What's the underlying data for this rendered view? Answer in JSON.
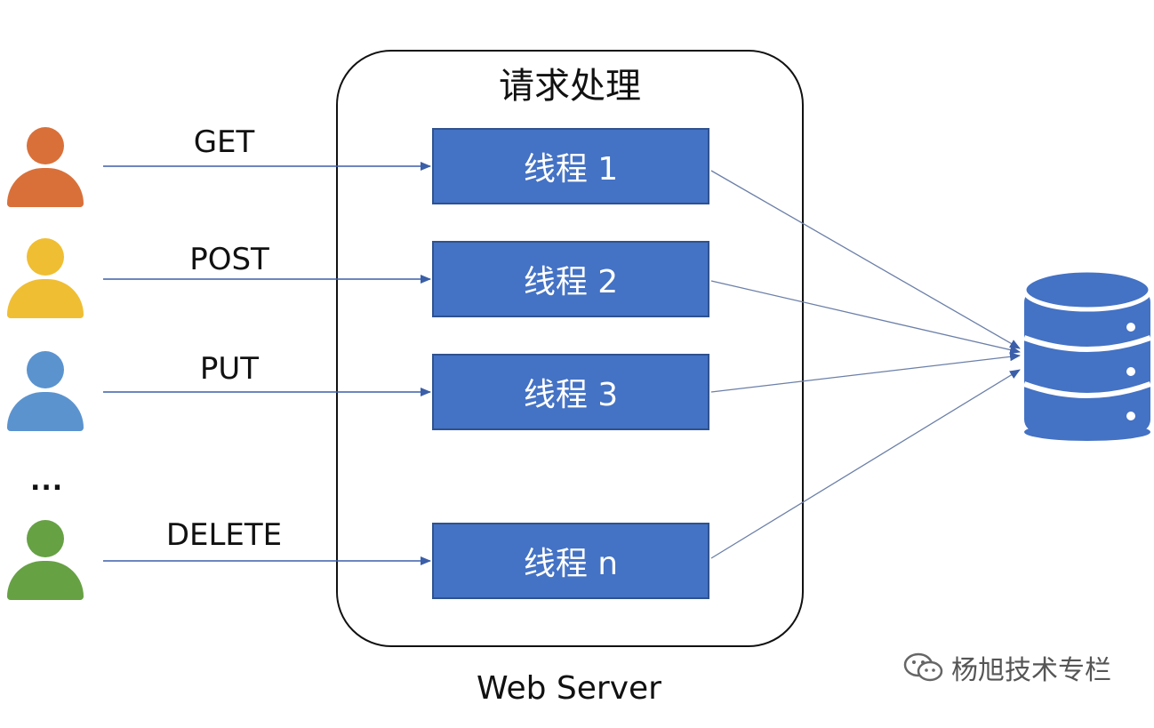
{
  "server": {
    "title": "请求处理",
    "caption": "Web Server"
  },
  "requests": [
    {
      "label": "GET",
      "color": "#d9703a"
    },
    {
      "label": "POST",
      "color": "#f0be33"
    },
    {
      "label": "PUT",
      "color": "#5b93cf"
    },
    {
      "label": "DELETE",
      "color": "#66a144"
    }
  ],
  "ellipsis": "...",
  "threads": [
    {
      "label": "线程 1"
    },
    {
      "label": "线程 2"
    },
    {
      "label": "线程 3"
    },
    {
      "label": "线程 n"
    }
  ],
  "database": {
    "icon": "database-icon",
    "color": "#4472c4"
  },
  "watermark": {
    "text": "杨旭技术专栏",
    "icon": "wechat-icon"
  }
}
